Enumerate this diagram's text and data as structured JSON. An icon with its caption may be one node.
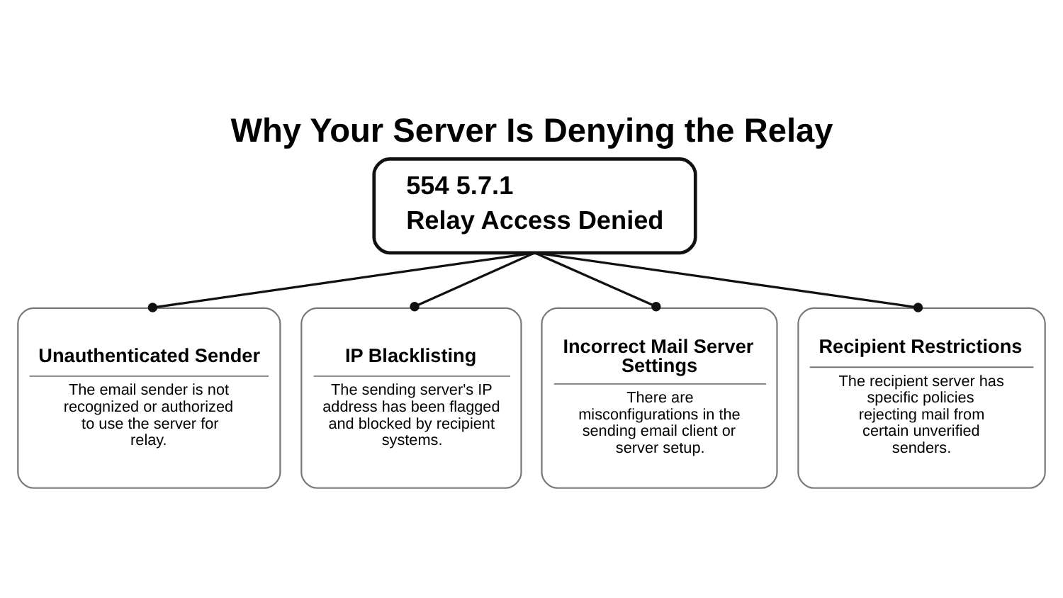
{
  "diagram": {
    "title": "Why Your Server Is Denying the Relay",
    "nodes": [
      {
        "text": [
          "554 5.7.1",
          "Relay Access Denied"
        ]
      },
      {
        "text": [
          "Unauthenticated Sender",
          "The email sender is not recognized or authorized to use the server for relay."
        ]
      },
      {
        "text": [
          "IP Blacklisting",
          "The sending server's IP address has been flagged and blocked by recipient systems."
        ]
      },
      {
        "text": [
          "Incorrect Mail Server Settings",
          "There are misconfigurations in the sending email client or server setup."
        ]
      },
      {
        "text": [
          "Recipient Restrictions",
          "The recipient server has specific policies rejecting mail from certain unverified senders."
        ]
      }
    ],
    "edges": [
      {
        "from": 0,
        "to": 1,
        "arrow": "other"
      },
      {
        "from": 0,
        "to": 2,
        "arrow": "other"
      },
      {
        "from": 0,
        "to": 3,
        "arrow": "other"
      },
      {
        "from": 0,
        "to": 4,
        "arrow": "other"
      }
    ]
  }
}
